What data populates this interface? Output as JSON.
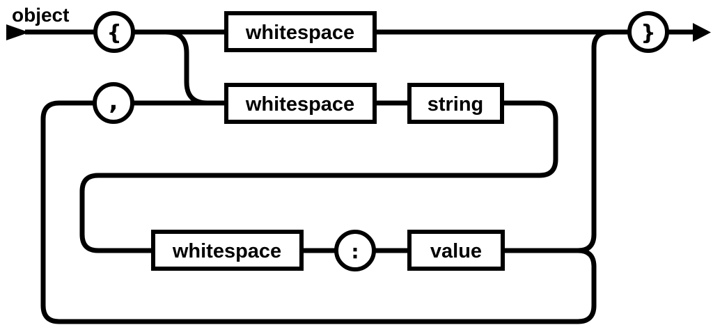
{
  "diagram": {
    "kind": "railroad-syntax-diagram",
    "rule_name": "object",
    "colors": {
      "stroke": "#000000",
      "background": "#ffffff"
    },
    "rows": {
      "top": {
        "open_brace": "{",
        "whitespace": "whitespace",
        "close_brace": "}"
      },
      "middle": {
        "comma": ",",
        "whitespace": "whitespace",
        "string": "string"
      },
      "bottom": {
        "whitespace": "whitespace",
        "colon": ":",
        "value": "value"
      }
    }
  }
}
